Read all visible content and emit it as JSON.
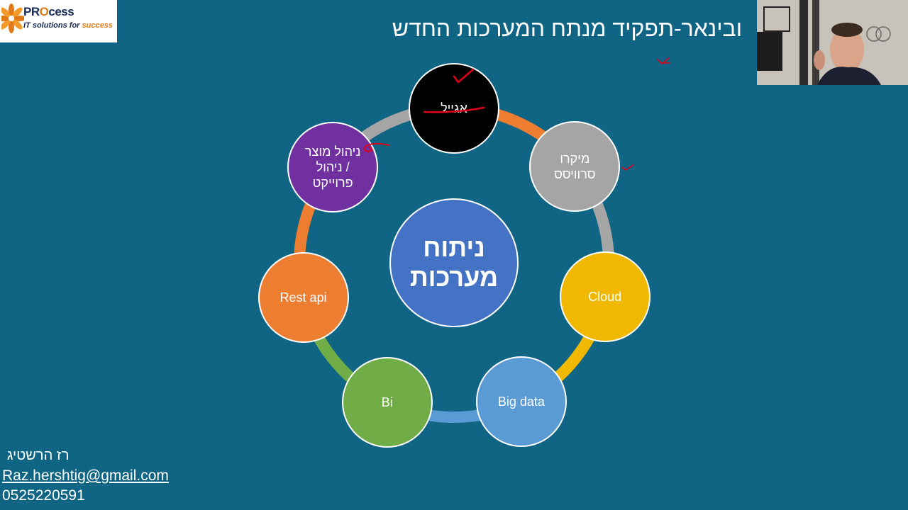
{
  "logo": {
    "brand_pr": "PR",
    "brand_o": "O",
    "brand_cess": "cess",
    "tagline": "IT solutions for ",
    "tagline_accent": "success"
  },
  "title": "ובינאר-תפקיד מנתח המערכות החדש",
  "center": {
    "label": "ניתוח\nמערכות",
    "color": "#4472c4"
  },
  "nodes": [
    {
      "id": "agile",
      "label": "אגייל",
      "color": "#000000"
    },
    {
      "id": "micro",
      "label": "מיקרו\nסרוויסס",
      "color": "#a5a5a5"
    },
    {
      "id": "cloud",
      "label": "Cloud",
      "color": "#f0b800"
    },
    {
      "id": "bigdata",
      "label": "Big data",
      "color": "#5b9bd5"
    },
    {
      "id": "bi",
      "label": "Bi",
      "color": "#70ad47"
    },
    {
      "id": "rest",
      "label": "Rest api",
      "color": "#ed7d31"
    },
    {
      "id": "product",
      "label": "ניהול מוצר\n/ ניהול\nפרוייקט",
      "color": "#7030a0"
    }
  ],
  "connectors": [
    {
      "from": "agile",
      "to": "micro",
      "color": "#ed7d31"
    },
    {
      "from": "micro",
      "to": "cloud",
      "color": "#a5a5a5"
    },
    {
      "from": "cloud",
      "to": "bigdata",
      "color": "#f0b800"
    },
    {
      "from": "bigdata",
      "to": "bi",
      "color": "#5b9bd5"
    },
    {
      "from": "bi",
      "to": "rest",
      "color": "#70ad47"
    },
    {
      "from": "rest",
      "to": "product",
      "color": "#ed7d31"
    },
    {
      "from": "product",
      "to": "agile",
      "color": "#a5a5a5"
    }
  ],
  "footer": {
    "author": "רז הרשטיג",
    "email": "Raz.hershtig@gmail.com",
    "phone": "0525220591"
  },
  "annotation_color": "#e0001a"
}
